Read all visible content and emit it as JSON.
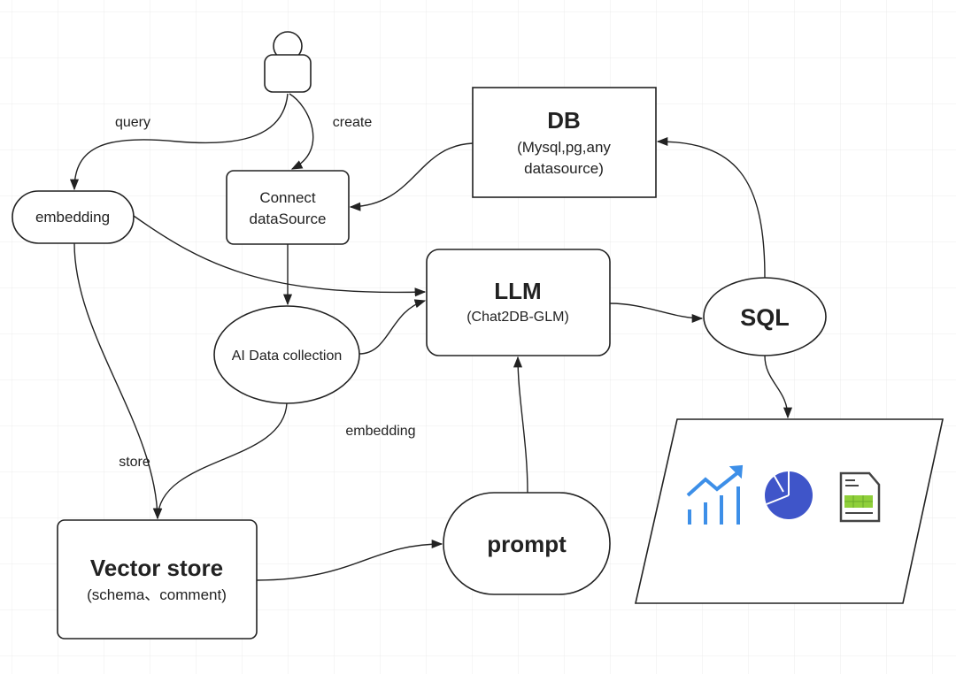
{
  "nodes": {
    "user": {
      "label": ""
    },
    "embedding": {
      "label": "embedding"
    },
    "connect": {
      "line1": "Connect",
      "line2": "dataSource"
    },
    "db": {
      "title": "DB",
      "line1": "(Mysql,pg,any",
      "line2": "datasource)"
    },
    "llm": {
      "title": "LLM",
      "subtitle": "(Chat2DB-GLM)"
    },
    "sql": {
      "label": "SQL"
    },
    "ai_collection": {
      "label": "AI Data collection"
    },
    "vector_store": {
      "title": "Vector store",
      "subtitle": "(schema、comment)"
    },
    "prompt": {
      "label": "prompt"
    },
    "output": {
      "icons": [
        "line-bar-chart-icon",
        "pie-chart-icon",
        "spreadsheet-document-icon"
      ]
    }
  },
  "edge_labels": {
    "query": "query",
    "create": "create",
    "store": "store",
    "embedding": "embedding"
  },
  "colors": {
    "chart_blue": "#3d8fe8",
    "pie_blue": "#3f55c9",
    "sheet_green": "#8fcf3a",
    "grid": "#ececec"
  }
}
